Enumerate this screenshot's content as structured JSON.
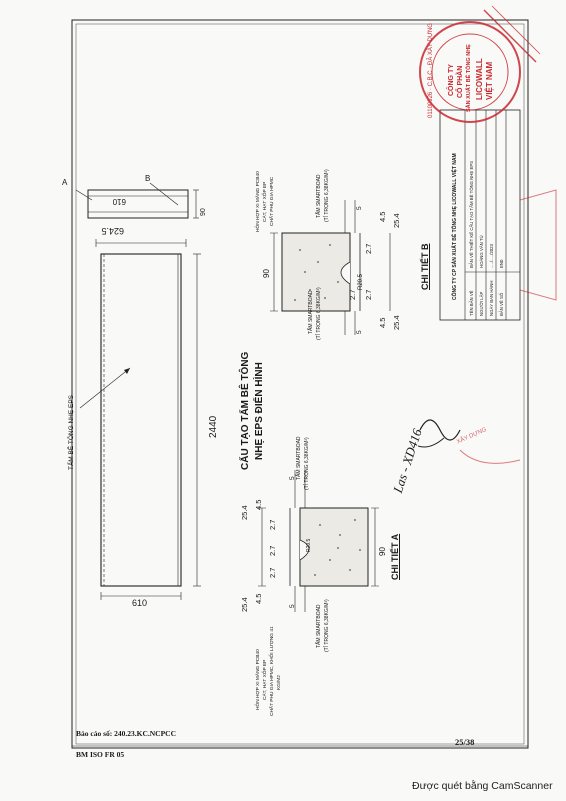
{
  "drawing": {
    "title_line1": "CẤU TẠO TẤM BÊ TÔNG",
    "title_line2": "NHẸ EPS ĐIỂN HÌNH",
    "panel": {
      "label": "TẤM BÊ TÔNG NHẸ EPS",
      "length": "2440",
      "width_top": "624.5",
      "width_bottom": "610",
      "section_width": "610",
      "section_thick": "90",
      "marker_a": "A",
      "marker_b": "B"
    },
    "detail_a": {
      "caption": "CHI TIẾT A",
      "dims": [
        "25.4",
        "4.5",
        "2.7",
        "2.7",
        "2.7",
        "4.5",
        "25.4",
        "90",
        "5",
        "5"
      ],
      "note_top": "TẤM SMARTBOAD",
      "note_top2": "(TỈ TRỌNG 6,38KG/M²)",
      "note_bottom": "TẤM SMARTBOAD",
      "note_bottom2": "(TỈ TRỌNG 6,38KG/M²)",
      "note_core1": "HỖN HỢP XI MĂNG PCB40",
      "note_core2": "CÁT, HẠT XỐP EP",
      "note_core3": "CHẤT PHỤ GIA HPMC, KHỐI LƯỢNG 41",
      "note_core4": "KG/M2",
      "radius": "R20.5"
    },
    "detail_b": {
      "caption": "CHI TIẾT B",
      "dims": [
        "25.4",
        "4.5",
        "2.7",
        "2.7",
        "2.7",
        "4.5",
        "25.4",
        "90",
        "5",
        "5",
        "R20.5"
      ],
      "note_top": "TẤM SMARTBOAD",
      "note_top2": "(TỈ TRỌNG 6,38KG/M²)",
      "note_core1": "HỖN HỢP XI MĂNG PCB40",
      "note_core2": "CÁT, HẠT XỐP EP",
      "note_core3": "CHẤT PHỤ GIA HPMC"
    },
    "signature": "Las - XD416"
  },
  "title_block": {
    "company": "CÔNG TY CP SẢN XUẤT BÊ TÔNG NHẸ LICOWALL VIỆT NAM",
    "drawing_name": "BẢN VẼ THIẾT KẾ CẤU TẠO TẤM BÊ TÔNG NHẸ EPS",
    "rows": [
      "TÊN BẢN VẼ",
      "NGƯỜI LẬP",
      "NGÀY BAN HÀNH",
      "BẢN VẼ SỐ"
    ],
    "values": [
      "",
      "HOÀNG VĂN TÚ",
      "...../...../2023",
      "EN0"
    ]
  },
  "stamp": {
    "line1": "CÔNG TY",
    "line2": "CỔ PHẦN",
    "line3": "SẢN XUẤT BÊ TÔNG NHẸ",
    "line4": "LICOWALL",
    "line5": "VIỆT NAM",
    "ring": "01100926 · C.B.C · ĐÃ XÂY DỰNG",
    "stamp2": "XÂY DỰNG"
  },
  "footer": {
    "report_no": "Báo cáo số: 240.23.KC.NCPCC",
    "form_code": "BM ISO FR 05",
    "page": "25/38"
  },
  "scanner": "Được quét bằng CamScanner",
  "colors": {
    "stamp_red": "#c8282f",
    "line": "#222222"
  }
}
